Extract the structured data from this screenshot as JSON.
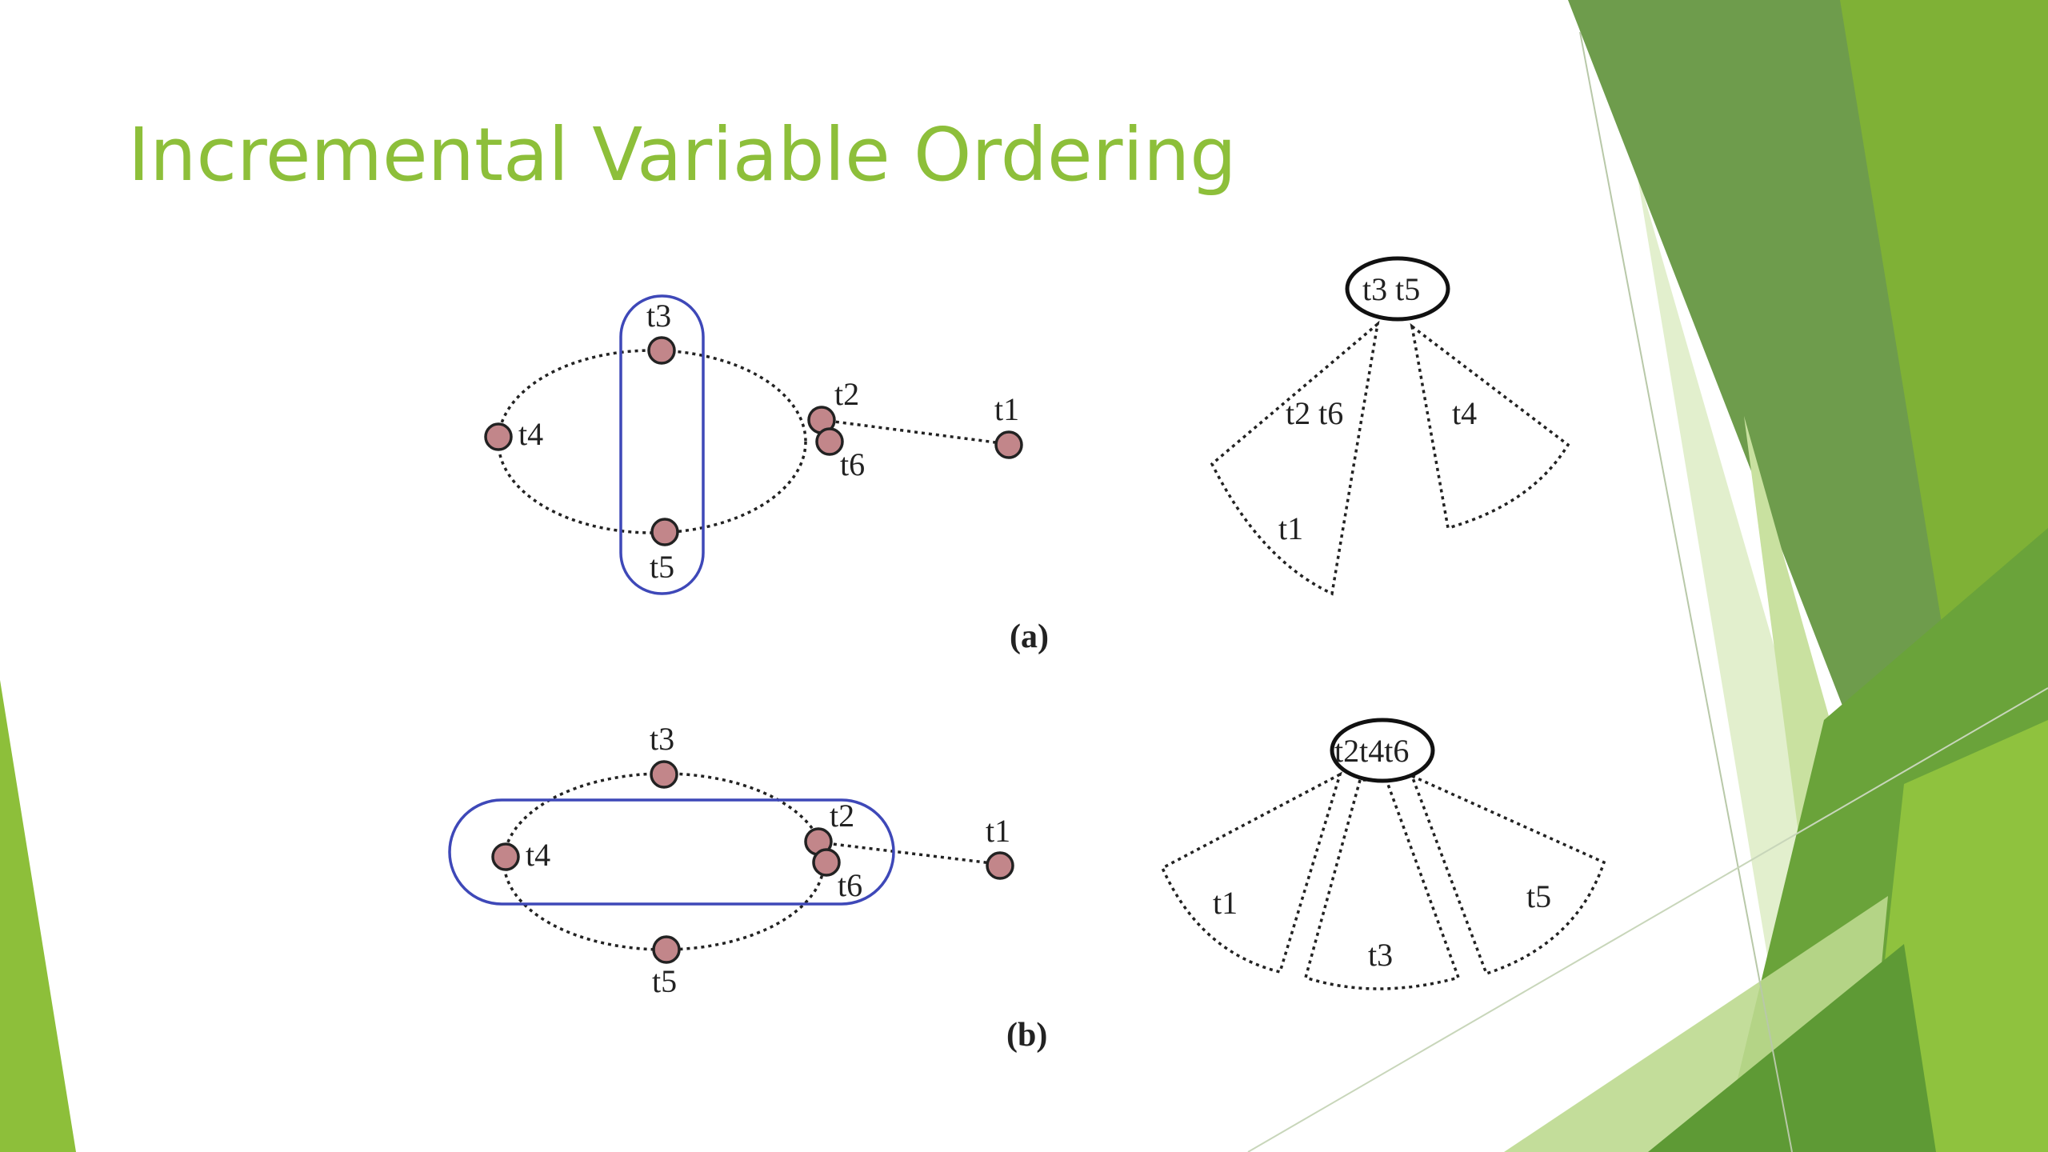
{
  "slide": {
    "title": "Incremental Variable Ordering"
  },
  "diagram_a": {
    "caption": "(a)",
    "graph_labels": {
      "t1": "t1",
      "t2": "t2",
      "t3": "t3",
      "t4": "t4",
      "t5": "t5",
      "t6": "t6"
    },
    "tree_root": "t3 t5",
    "tree_branches": [
      "t2 t6",
      "t1",
      "t4"
    ]
  },
  "diagram_b": {
    "caption": "(b)",
    "graph_labels": {
      "t1": "t1",
      "t2": "t2",
      "t3": "t3",
      "t4": "t4",
      "t5": "t5",
      "t6": "t6"
    },
    "tree_root": "t2t4t6",
    "tree_branches": [
      "t1",
      "t3",
      "t5"
    ]
  },
  "colors": {
    "title": "#8dbf3a",
    "node_fill": "#c2868a",
    "separator_outline": "#3e48b8",
    "green_dark": "#6b9a48",
    "green_mid": "#7fb136",
    "green_light": "#c5df99"
  }
}
